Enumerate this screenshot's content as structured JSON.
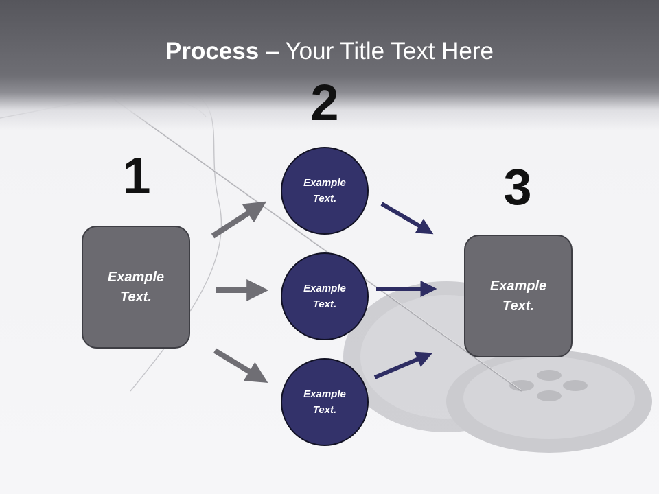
{
  "title": {
    "bold": "Process",
    "rest": " – Your Title Text Here"
  },
  "steps": {
    "one": "1",
    "two": "2",
    "three": "3"
  },
  "left_box": {
    "text": "Example\nText."
  },
  "right_box": {
    "text": "Example\nText."
  },
  "circles": [
    {
      "text": "Example\nText."
    },
    {
      "text": "Example\nText."
    },
    {
      "text": "Example\nText."
    }
  ],
  "colors": {
    "box_fill": "#6b6a70",
    "circle_fill": "#33326a",
    "gray_arrow": "#6f6e74",
    "navy_arrow": "#2e2d63",
    "title_band": "#5a5a60"
  },
  "background": {
    "icons": [
      "needle-icon",
      "thread-icon",
      "button-icon"
    ]
  }
}
